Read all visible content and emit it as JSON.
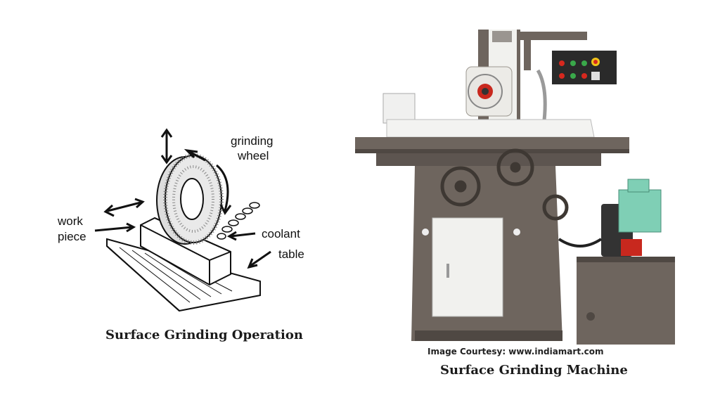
{
  "diagram": {
    "labels": {
      "grinding_wheel_line1": "grinding",
      "grinding_wheel_line2": "wheel",
      "work_piece_line1": "work",
      "work_piece_line2": "piece",
      "coolant": "coolant",
      "table": "table"
    },
    "caption": "Surface Grinding Operation"
  },
  "machine": {
    "courtesy": "Image Courtesy: www.indiamart.com",
    "caption": "Surface Grinding Machine"
  },
  "colors": {
    "machine_body": "#6e655e",
    "machine_dark": "#4f4843",
    "machine_light": "#f1f1ee",
    "panel_dark": "#2a2a2a",
    "button_red": "#d6281e",
    "button_yellow": "#f0c419",
    "valve_green": "#7fcfb5"
  }
}
